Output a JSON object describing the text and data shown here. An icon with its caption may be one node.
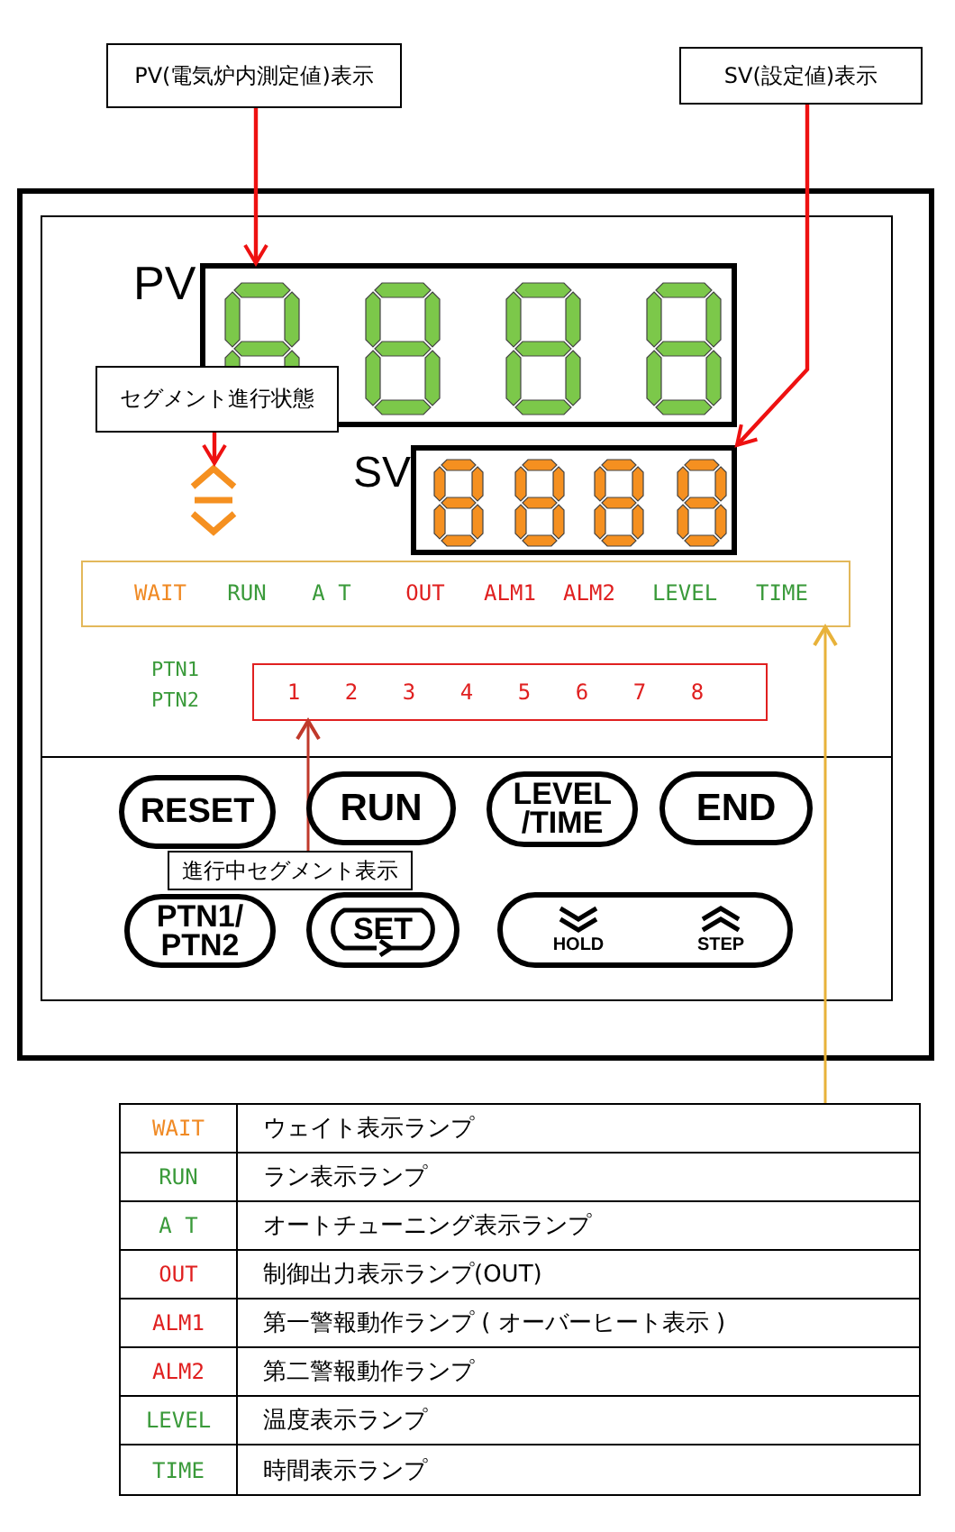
{
  "diagram": {
    "nodes": [
      {
        "text": [
          "PV(電気炉内測定値)表示"
        ]
      },
      {
        "text": [
          "SV(設定値)表示"
        ]
      },
      {
        "text": [
          "PV"
        ]
      },
      {
        "text": [
          "セグメント進行状態"
        ]
      },
      {
        "text": [],
        "shape": "chevron"
      },
      {
        "text": [
          "SV"
        ]
      },
      {
        "text": [
          "WAIT",
          "RUN",
          "A T",
          "OUT",
          "ALM1",
          "ALM2",
          "LEVEL",
          "TIME"
        ]
      },
      {
        "text": [
          "1",
          "2",
          "3",
          "4",
          "5",
          "6",
          "7",
          "8"
        ],
        "beside": [
          "PTN1",
          "PTN2"
        ]
      },
      {
        "text": [
          "RESET"
        ]
      },
      {
        "text": [
          "RUN"
        ]
      },
      {
        "text": [
          "LEVEL /TIME"
        ]
      },
      {
        "text": [
          "END"
        ]
      },
      {
        "text": [
          "進行中セグメント表示"
        ]
      },
      {
        "text": [
          "PTN1/ PTN2"
        ]
      },
      {
        "text": [
          "SET"
        ]
      },
      {
        "text": [
          "HOLD",
          "STEP"
        ]
      },
      {
        "text": [
          "WAIT",
          "ウェイト表示ランプ",
          "RUN",
          "ラン表示ランプ",
          "A T",
          "オートチューニング表示ランプ",
          "OUT",
          "制御出力表示ランプ(OUT)",
          "ALM1",
          "第一警報動作ランプ ( オーバーヒート表示 )",
          "ALM2",
          "第二警報動作ランプ",
          "LEVEL",
          "温度表示ランプ",
          "TIME",
          "時間表示ランプ"
        ]
      }
    ],
    "edges": [
      {
        "from": 0,
        "to": 2,
        "arrow": "to"
      },
      {
        "from": 1,
        "to": 5,
        "arrow": "to"
      },
      {
        "from": 3,
        "to": 4,
        "arrow": "to"
      },
      {
        "from": 12,
        "to": 7,
        "arrow": "to",
        "color": "#c0392b"
      },
      {
        "from": 16,
        "to": 6,
        "arrow": "to",
        "color": "#e8b23a"
      }
    ]
  }
}
